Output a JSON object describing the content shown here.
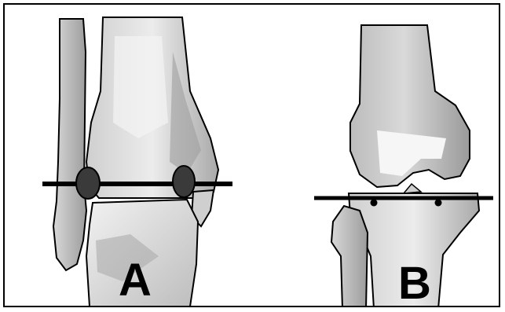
{
  "panels": [
    {
      "id": "A",
      "label": "A"
    },
    {
      "id": "B",
      "label": "B"
    }
  ],
  "colors": {
    "border": "#000000",
    "bone_light": "#e6e6e6",
    "bone_mid": "#bdbdbd",
    "bone_dark": "#8c8c8c",
    "line": "#000000",
    "marker": "#3a3a3a"
  }
}
